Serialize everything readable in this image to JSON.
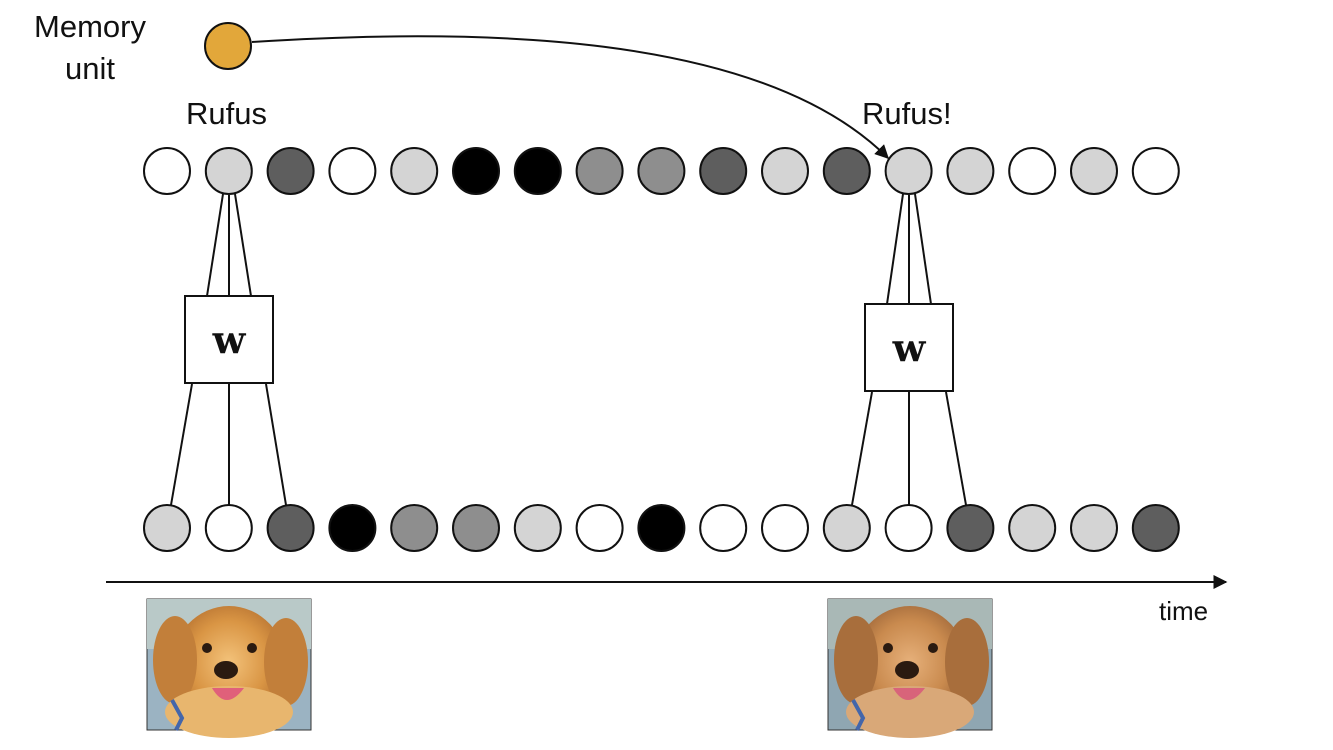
{
  "labels": {
    "memory_unit": [
      "Memory",
      "unit"
    ],
    "rufus_first": "Rufus",
    "rufus_second": "Rufus!",
    "time_axis": "time",
    "weight_symbol": "w"
  },
  "colors": {
    "white": "#ffffff",
    "light": "#d4d4d4",
    "mid": "#8e8e8e",
    "dark": "#5e5e5e",
    "black": "#000000",
    "memory": "#e2a73a",
    "stroke": "#111111"
  },
  "top_layer": [
    "white",
    "light",
    "dark",
    "white",
    "light",
    "black",
    "black",
    "mid",
    "mid",
    "dark",
    "light",
    "dark",
    "light",
    "light",
    "white",
    "light",
    "white"
  ],
  "bottom_layer": [
    "light",
    "white",
    "dark",
    "black",
    "mid",
    "mid",
    "light",
    "white",
    "black",
    "white",
    "white",
    "light",
    "white",
    "dark",
    "light",
    "light",
    "dark"
  ],
  "images": [
    {
      "name": "puppy-photo-left",
      "subject": "golden retriever puppy"
    },
    {
      "name": "puppy-photo-right",
      "subject": "golden retriever puppy"
    }
  ]
}
